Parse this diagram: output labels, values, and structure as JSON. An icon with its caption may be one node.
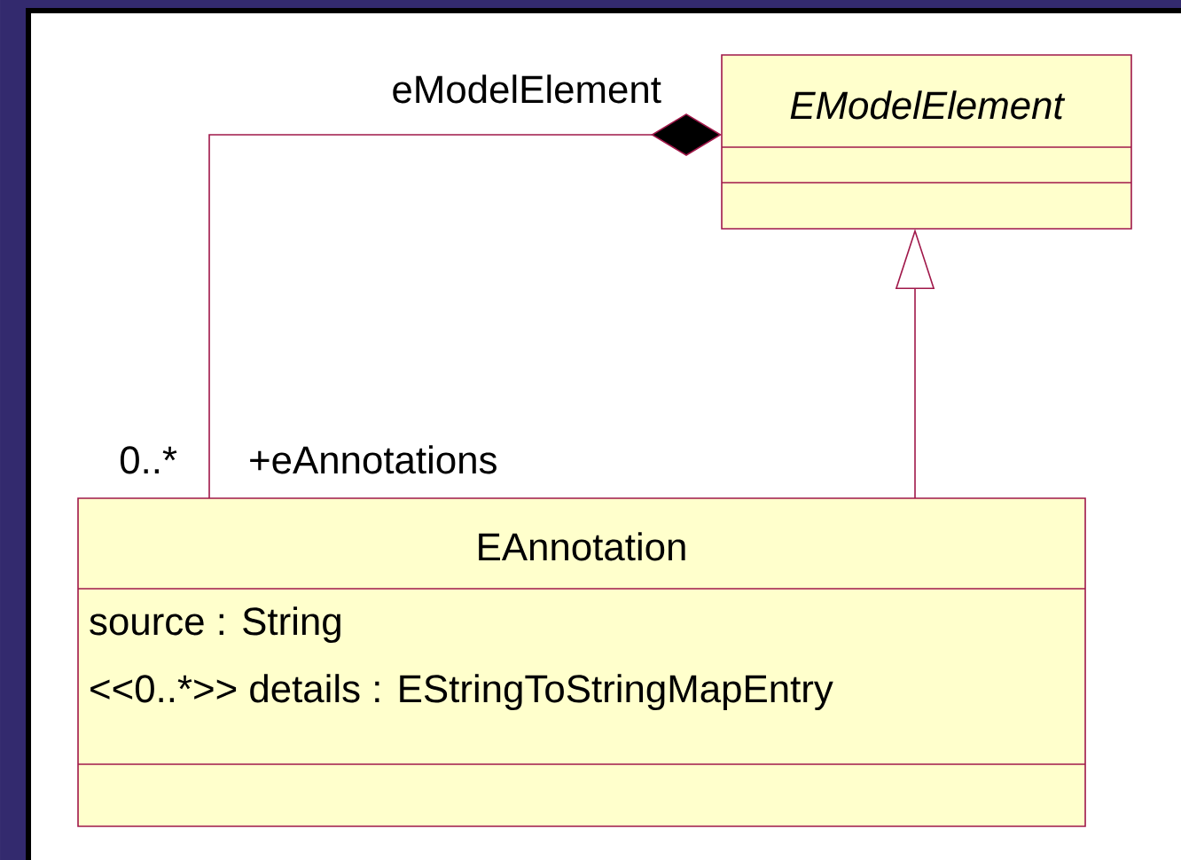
{
  "diagram": {
    "nodes": [
      {
        "text": [
          "EModelElement"
        ]
      },
      {
        "text": [
          "EAnnotation",
          "source : String",
          "<<0..*>> details : EStringToStringMapEntry"
        ]
      }
    ],
    "edges": [
      {
        "from": 1,
        "to": 0,
        "arrow": "other"
      },
      {
        "from": 1,
        "to": 0,
        "arrow": "to"
      }
    ],
    "labels": [
      "eModelElement",
      "0..*",
      "+eAnnotations"
    ]
  }
}
